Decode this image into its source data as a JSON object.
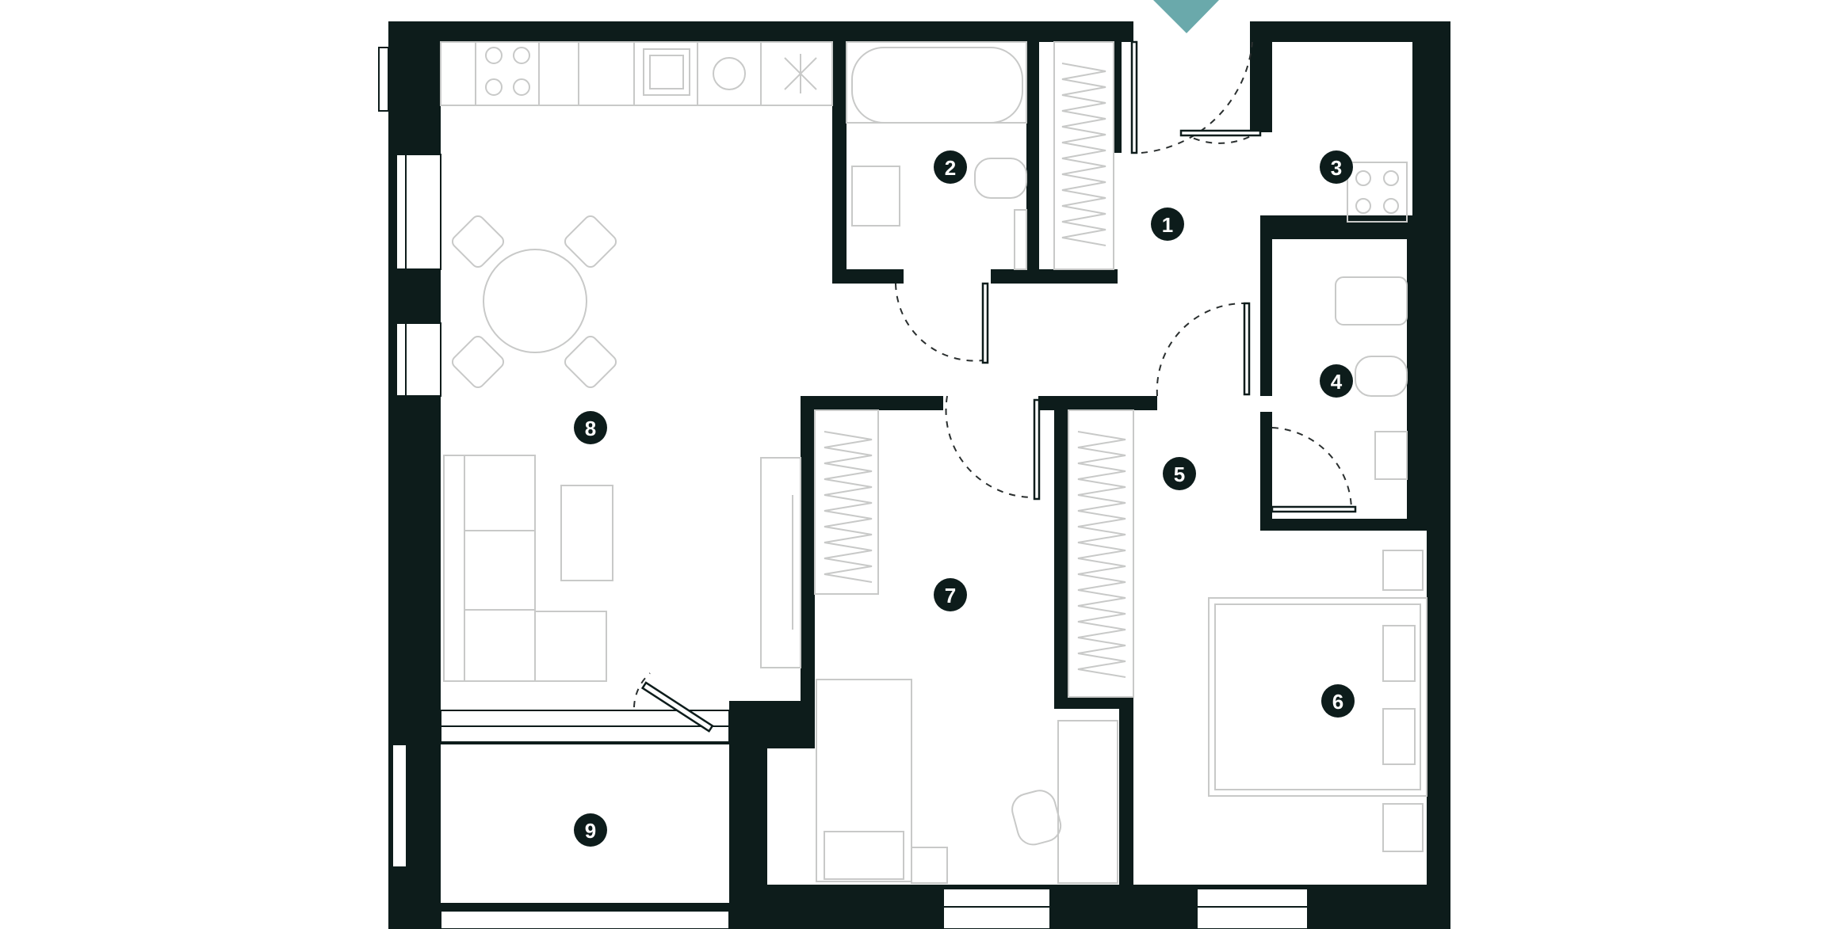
{
  "colors": {
    "wall": "#0d1c1b",
    "furniture": "#c8c9c8",
    "door_line": "#2a2f2f",
    "badge": "#0d1c1b",
    "entrance_marker": "#6aa9ab"
  },
  "rooms": [
    {
      "id": "hallway",
      "label": "1"
    },
    {
      "id": "bathroom",
      "label": "2"
    },
    {
      "id": "storage",
      "label": "3"
    },
    {
      "id": "toilet",
      "label": "4"
    },
    {
      "id": "corridor",
      "label": "5"
    },
    {
      "id": "bedroom",
      "label": "6"
    },
    {
      "id": "room",
      "label": "7"
    },
    {
      "id": "kitchen-living",
      "label": "8"
    },
    {
      "id": "balcony",
      "label": "9"
    }
  ]
}
